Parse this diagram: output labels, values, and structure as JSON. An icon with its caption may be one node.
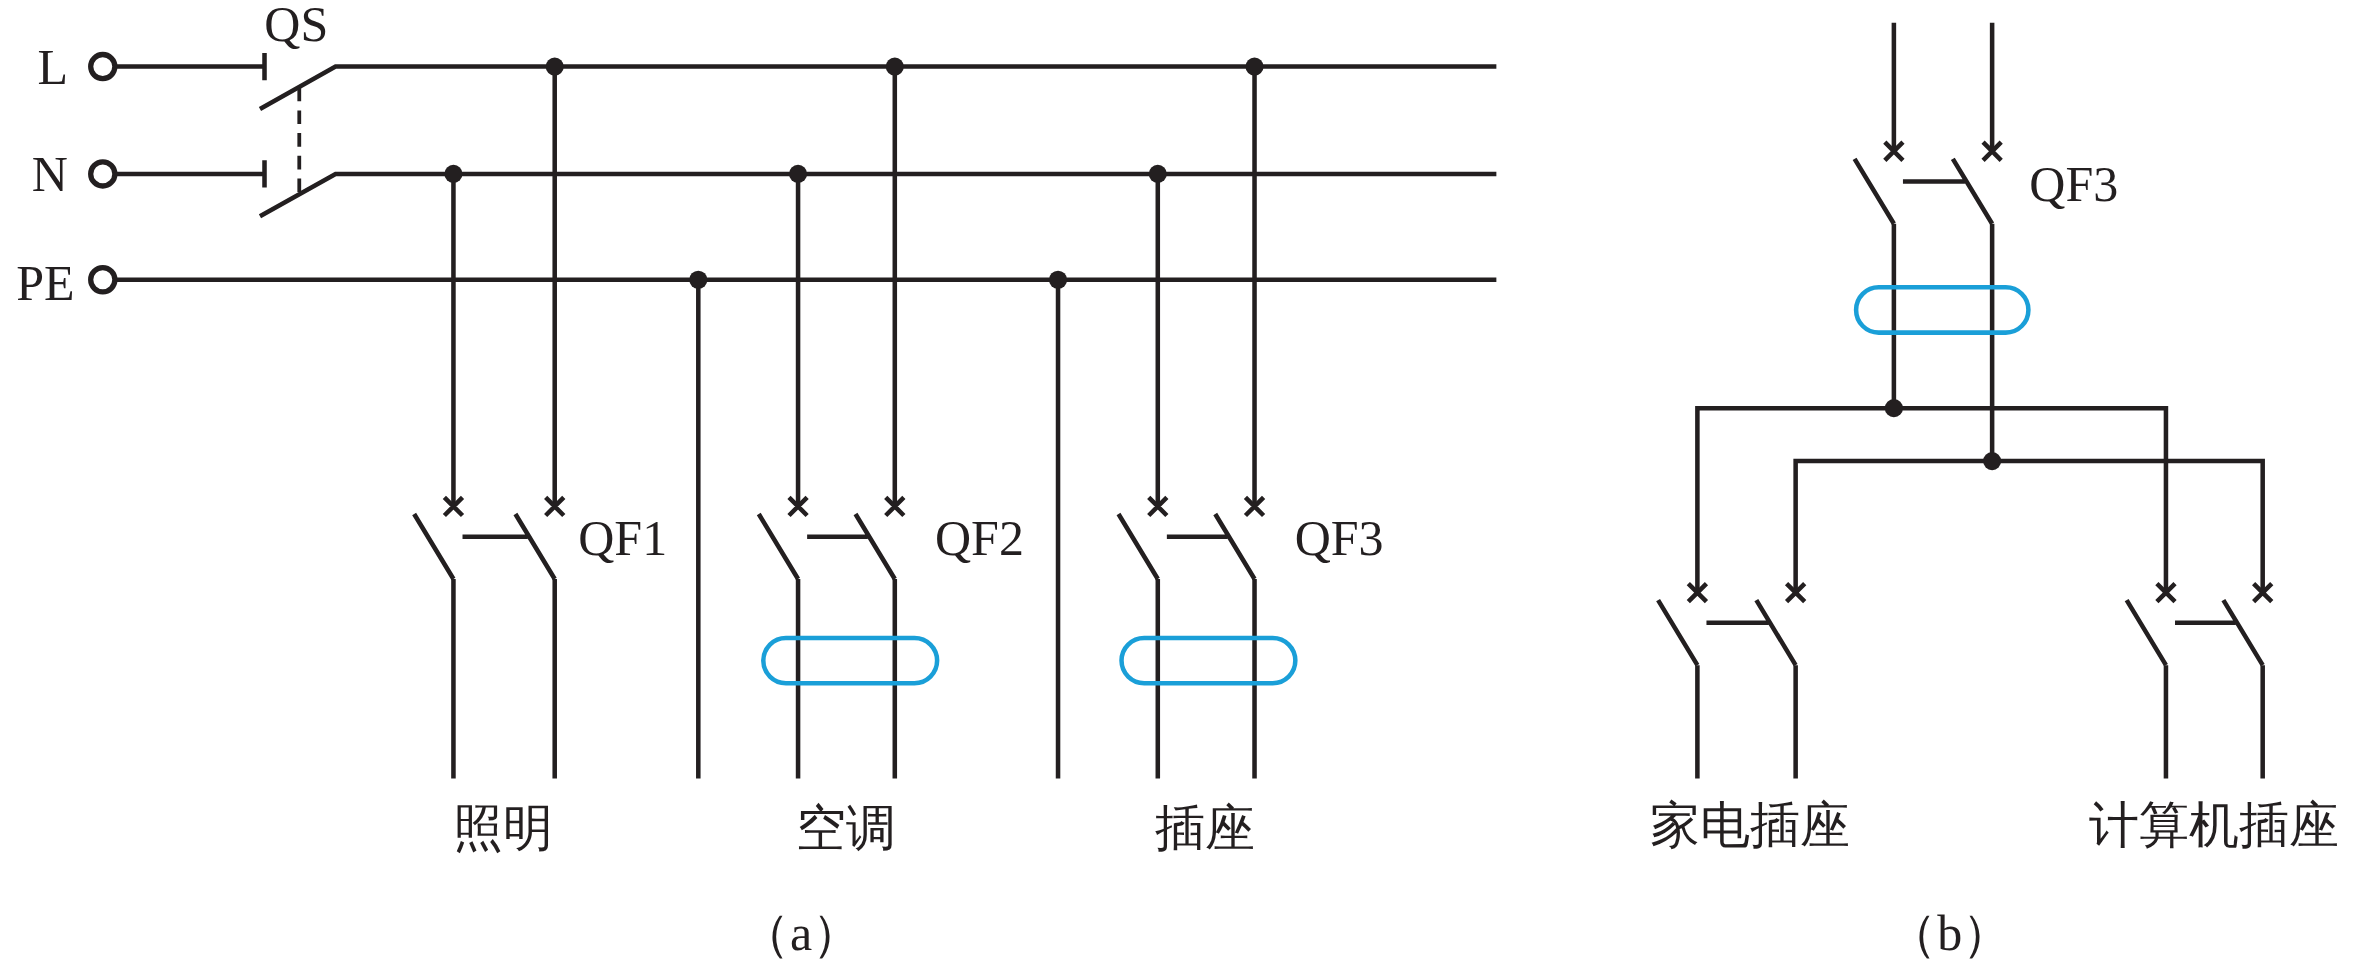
{
  "diagram": {
    "labels": [
      "L",
      "N",
      "PE",
      "QS",
      "QF1",
      "QF2",
      "QF3",
      "照明",
      "空调",
      "插座",
      "（a）",
      "QF3",
      "家电插座",
      "计算机插座",
      "（b）"
    ]
  }
}
